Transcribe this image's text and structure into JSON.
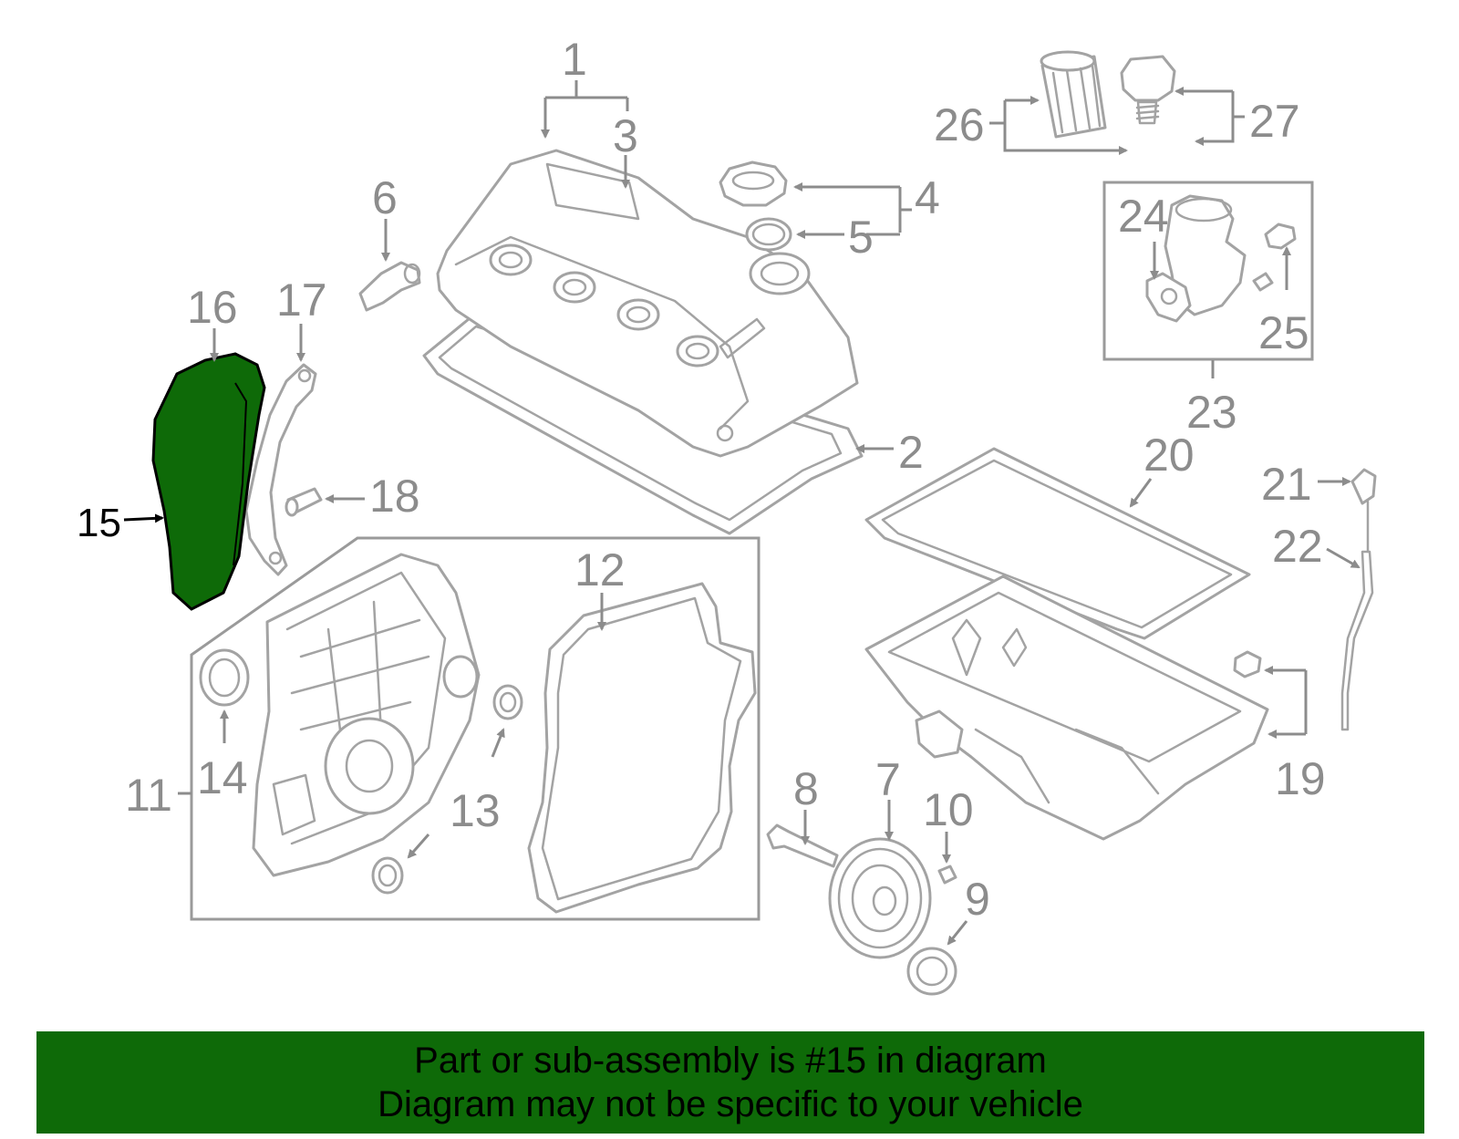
{
  "diagram": {
    "highlighted_callout": "15",
    "highlight_color": "#0e6a08",
    "callouts": [
      "1",
      "2",
      "3",
      "4",
      "5",
      "6",
      "7",
      "8",
      "9",
      "10",
      "11",
      "12",
      "13",
      "14",
      "15",
      "16",
      "17",
      "18",
      "19",
      "20",
      "21",
      "22",
      "23",
      "24",
      "25",
      "26",
      "27"
    ]
  },
  "banner": {
    "line1": "Part or sub-assembly is #15 in diagram",
    "line2": "Diagram may not be specific to your vehicle"
  }
}
